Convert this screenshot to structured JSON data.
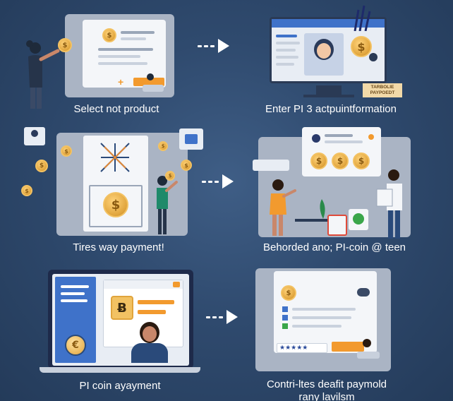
{
  "steps": [
    {
      "caption": "Select not product"
    },
    {
      "caption": "Enter PI 3 actpuintformation"
    },
    {
      "caption": "Tires way payment!"
    },
    {
      "caption": "Behorded ano; PI-coin @ teen"
    },
    {
      "caption": "PI coin ayayment"
    },
    {
      "caption": "Contri-ltes deafit paymold",
      "caption2": "rany lavilsm"
    }
  ],
  "monitor_badge": "TARBOLIE\nPAYPOEDT",
  "coin_symbols": {
    "dollar": "$",
    "pi": "Ƀ",
    "euro": "€"
  },
  "colors": {
    "background": "#2f4a6e",
    "panel": "#a7b1c2",
    "accent_orange": "#f29a2e",
    "coin_gold": "#e0a43c",
    "screen_blue": "#3f72c9"
  }
}
